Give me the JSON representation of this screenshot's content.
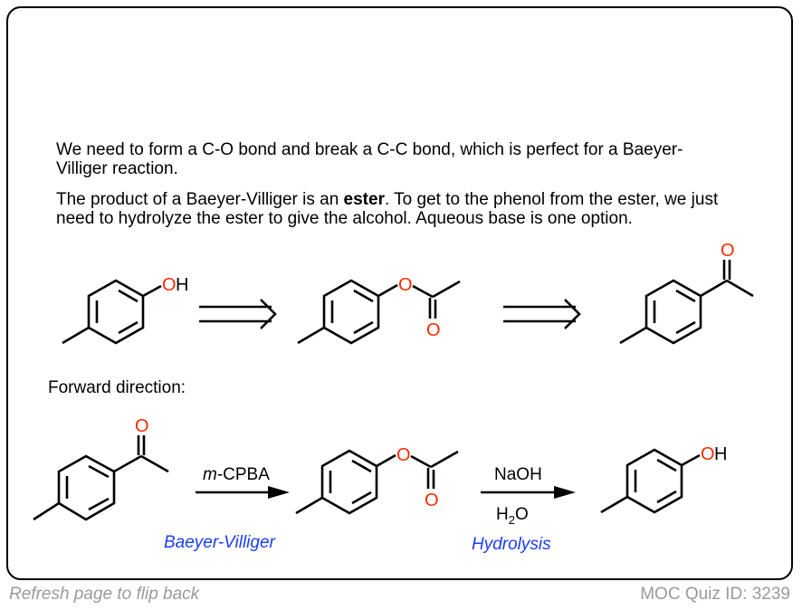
{
  "explanation": {
    "paragraph1": "We need to form a C-O bond and break a C-C bond, which is perfect for a Baeyer-Villiger reaction.",
    "paragraph2_before": "The product of a Baeyer-Villiger is an ",
    "paragraph2_bold": "ester",
    "paragraph2_after": ". To get to the phenol from the ester, we just need to hydrolyze the ester to give the alcohol. Aqueous base is one option."
  },
  "retrosynthesis": {
    "molecules": [
      "4-methylphenol",
      "4-methylphenyl acetate",
      "4-methylacetophenone"
    ],
    "arrow_type": "retrosynthetic"
  },
  "forward": {
    "label": "Forward direction:",
    "step1": {
      "reagent_prefix": "m",
      "reagent_suffix": "-CPBA",
      "name": "Baeyer-Villiger"
    },
    "step2": {
      "reagent_top": "NaOH",
      "reagent_bottom_h": "H",
      "reagent_bottom_sub": "2",
      "reagent_bottom_o": "O",
      "name": "Hydrolysis"
    }
  },
  "atoms": {
    "oxygen": "O",
    "hydroxyl_h": "H"
  },
  "colors": {
    "heteroatom": "#ff2a00",
    "reaction_name": "#1a3cf5",
    "footer": "#9a9a9a"
  },
  "footer": {
    "left": "Refresh page to flip back",
    "right": "MOC Quiz ID: 3239"
  }
}
